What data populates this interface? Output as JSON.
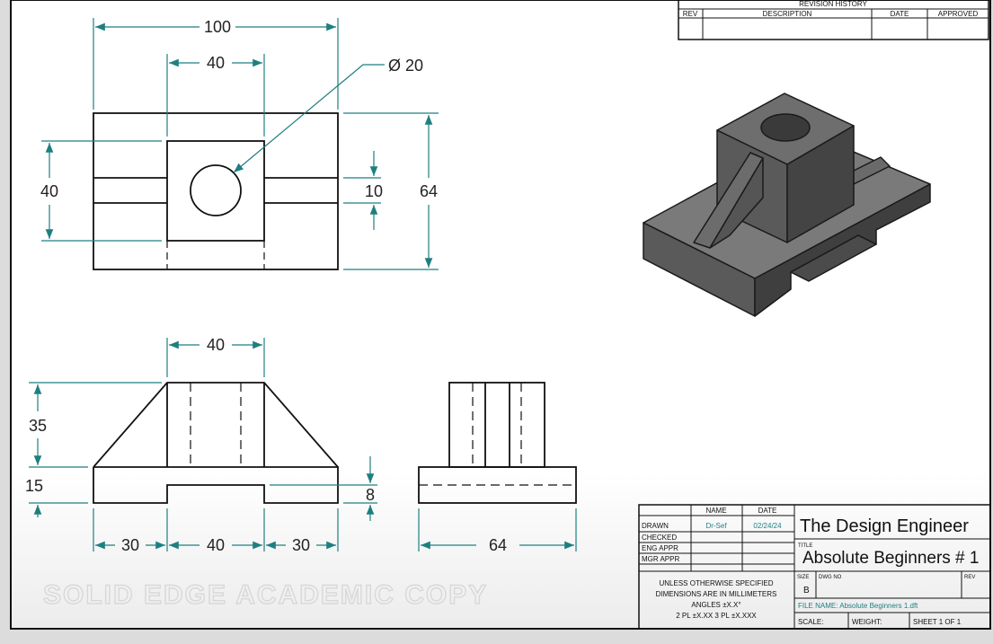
{
  "colors": {
    "paper": "#ffffff",
    "frame": "#111111",
    "dimension": "#1e7f80",
    "shade_top": "#707070",
    "shade_side": "#555555",
    "shade_dark": "#3d3d3d"
  },
  "revision_block": {
    "title": "REVISION HISTORY",
    "headers": [
      "REV",
      "DESCRIPTION",
      "DATE",
      "APPROVED"
    ]
  },
  "top_view": {
    "dims": {
      "width": "100",
      "boss_width": "40",
      "hole": "Ø 20",
      "depth": "64",
      "boss_depth": "40",
      "slot": "10"
    }
  },
  "front_view": {
    "dims": {
      "boss_width": "40",
      "boss_height": "35",
      "base_height": "15",
      "slot_height": "8",
      "left": "30",
      "middle": "40",
      "right": "30"
    }
  },
  "side_view": {
    "dims": {
      "width": "64"
    }
  },
  "title_block": {
    "name_header": "NAME",
    "date_header": "DATE",
    "rows": [
      {
        "label": "DRAWN",
        "name": "Dr-Sef",
        "date": "02/24/24"
      },
      {
        "label": "CHECKED",
        "name": "",
        "date": ""
      },
      {
        "label": "ENG APPR",
        "name": "",
        "date": ""
      },
      {
        "label": "MGR APPR",
        "name": "",
        "date": ""
      }
    ],
    "tolerance_note": [
      "UNLESS OTHERWISE SPECIFIED",
      "DIMENSIONS ARE IN MILLIMETERS",
      "ANGLES ±X.X°",
      "2 PL ±X.XX 3 PL ±X.XXX"
    ],
    "company": "The Design Engineer",
    "title_label": "TITLE",
    "title": "Absolute Beginners # 1",
    "size_label": "SIZE",
    "size": "B",
    "dwg_label": "DWG NO",
    "rev_label": "REV",
    "file_name": "FILE NAME: Absolute Beginners 1.dft",
    "scale": "SCALE:",
    "weight": "WEIGHT:",
    "sheet": "SHEET 1 OF 1"
  },
  "watermark": "SOLID EDGE ACADEMIC COPY"
}
